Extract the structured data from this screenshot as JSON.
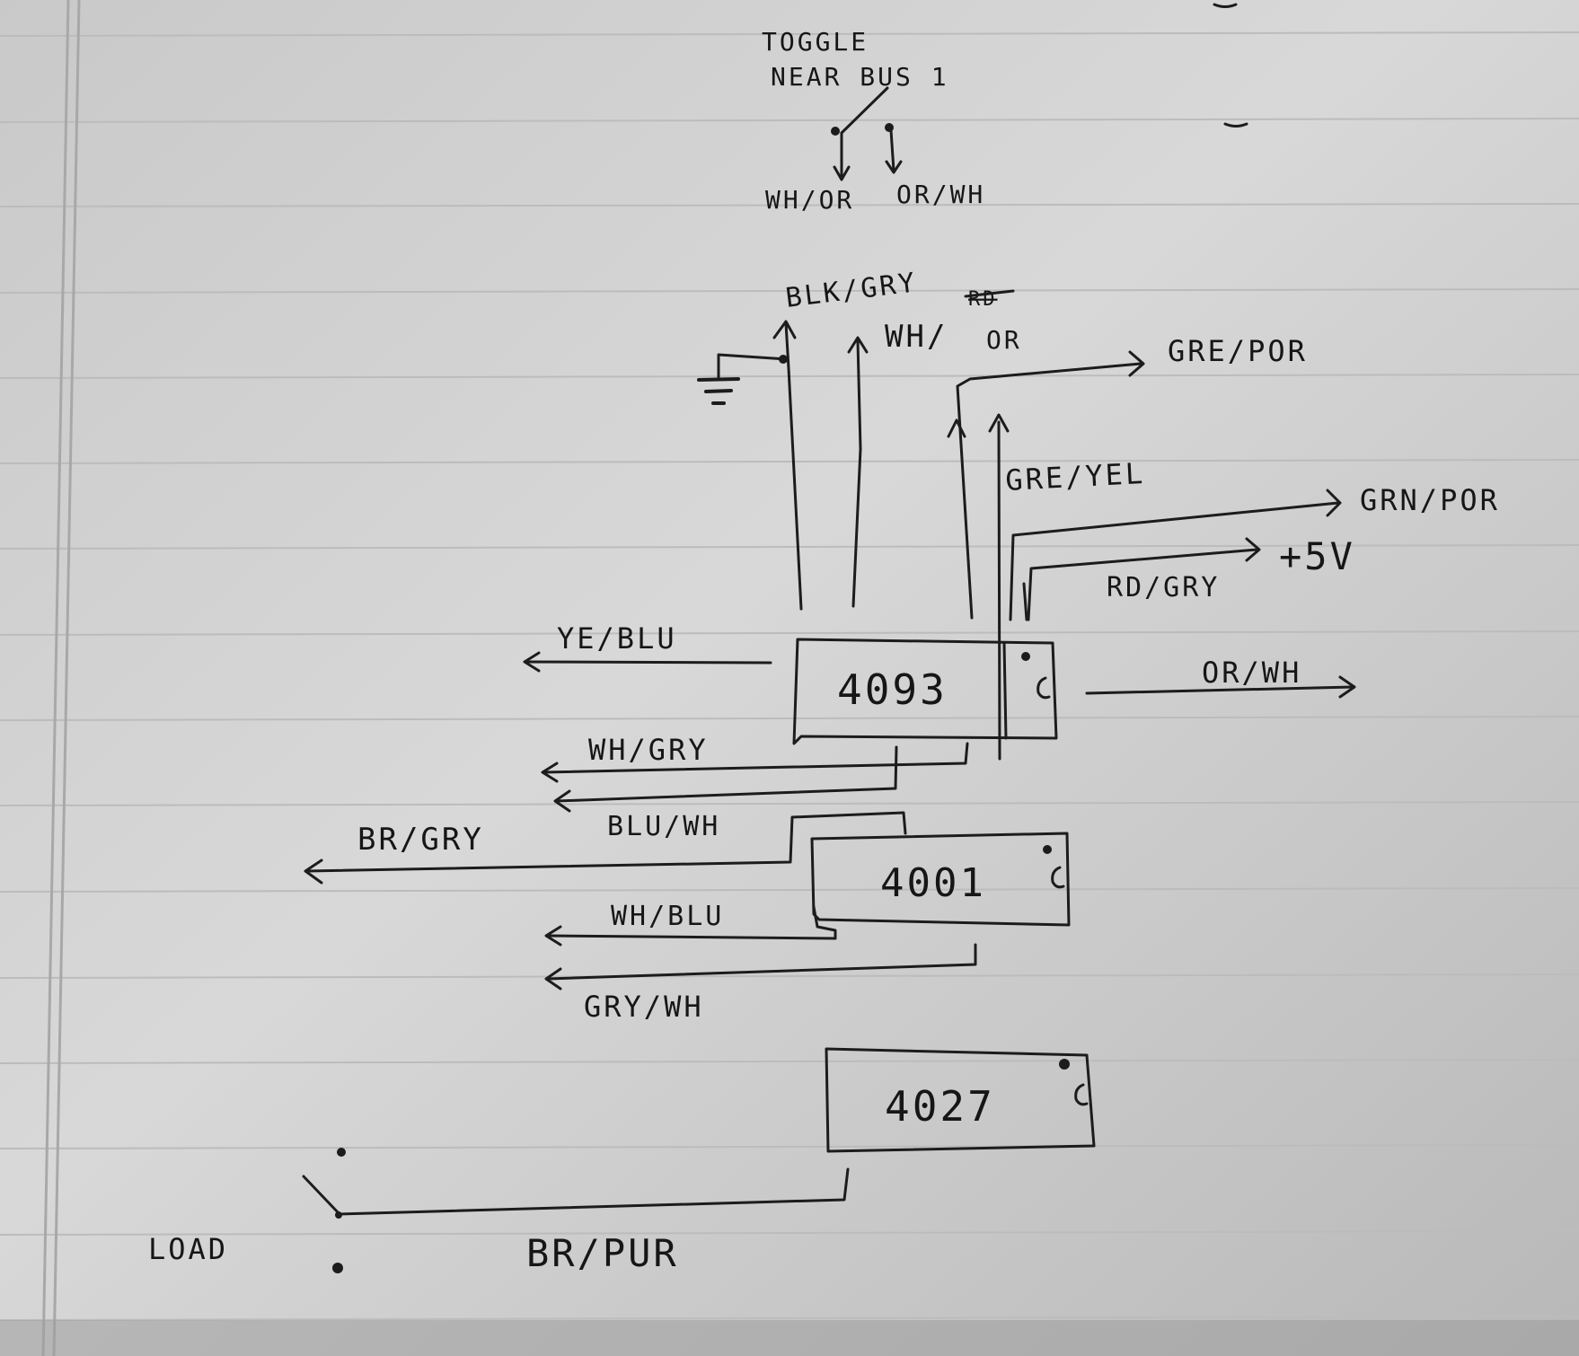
{
  "toggle": {
    "line1": "TOGGLE",
    "line2": "NEAR BUS 1",
    "out_left": "WH/OR",
    "out_right": "OR/WH"
  },
  "chips": {
    "c4093": "4093",
    "c4001": "4001",
    "c4027": "4027"
  },
  "wires": {
    "blk_gry": "BLK/GRY",
    "wh_or_top": "WH/",
    "wh_or_struck": "RD",
    "wh_or_correction": "OR",
    "gre_por": "GRE/POR",
    "gre_yel": "GRE/YEL",
    "grn_por": "GRN/POR",
    "plus5v": "+5V",
    "rd_gry": "RD/GRY",
    "ye_blu": "YE/BLU",
    "or_wh": "OR/WH",
    "wh_gry": "WH/GRY",
    "blu_wh": "BLU/WH",
    "br_gry": "BR/GRY",
    "wh_blu": "WH/BLU",
    "gry_wh": "GRY/WH",
    "load": "LOAD",
    "br_pur": "BR/PUR"
  },
  "colors": {
    "paper": "#d4d4d4",
    "ink": "#1c1c1c",
    "rule": "#bdbdbd",
    "margin": "#ababab"
  }
}
